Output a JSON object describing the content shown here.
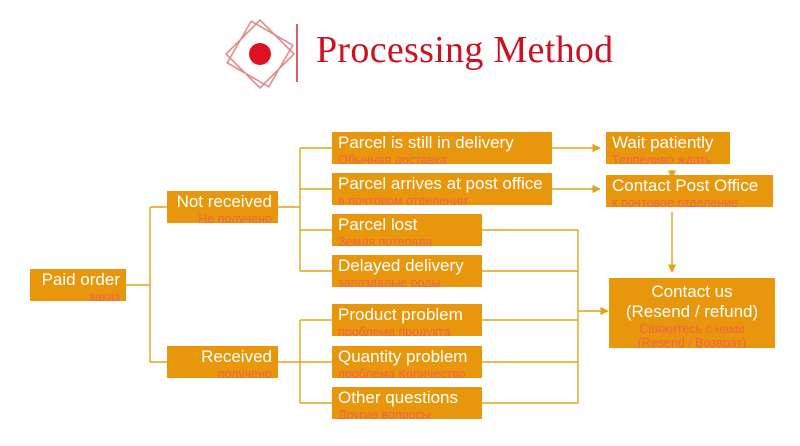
{
  "header": {
    "title": "Processing Method",
    "logo_name": "diamond-logo",
    "title_color": "#cc1122",
    "divider_color": "#d9606a"
  },
  "theme": {
    "box_fill": "#e8960c",
    "en_text": "#ffffff",
    "ru_text": "#f4624a",
    "line": "#e0a31a",
    "background": "#ffffff"
  },
  "flow": {
    "nodes": [
      {
        "id": "paid-order",
        "en": "Paid order",
        "ru": "заказ"
      },
      {
        "id": "not-received",
        "en": "Not received",
        "ru": "Не получено"
      },
      {
        "id": "received",
        "en": "Received",
        "ru": "получено"
      },
      {
        "id": "parcel-in-delivery",
        "en": "Parcel is still in delivery",
        "ru": "Обычная доставка"
      },
      {
        "id": "parcel-at-post",
        "en": "Parcel arrives at post office",
        "ru": "в почтовом отделении"
      },
      {
        "id": "parcel-lost",
        "en": "Parcel lost",
        "ru": "Земля потеряла"
      },
      {
        "id": "delayed-delivery",
        "en": "Delayed delivery",
        "ru": "запоздалые роды"
      },
      {
        "id": "product-problem",
        "en": "Product problem",
        "ru": "проблема продукта"
      },
      {
        "id": "quantity-problem",
        "en": "Quantity problem",
        "ru": "проблема Количество"
      },
      {
        "id": "other-questions",
        "en": "Other questions",
        "ru": "Другие вопросы"
      },
      {
        "id": "wait-patiently",
        "en": "Wait patiently",
        "ru": "Терпеливо ждать"
      },
      {
        "id": "contact-post-office",
        "en": "Contact Post Office",
        "ru": "к почтовое отделение"
      },
      {
        "id": "contact-us",
        "en": "Contact us",
        "en2": "(Resend / refund)",
        "ru": "Свяжитесь с нами",
        "ru2": "(Resend / Возврат)"
      }
    ]
  }
}
